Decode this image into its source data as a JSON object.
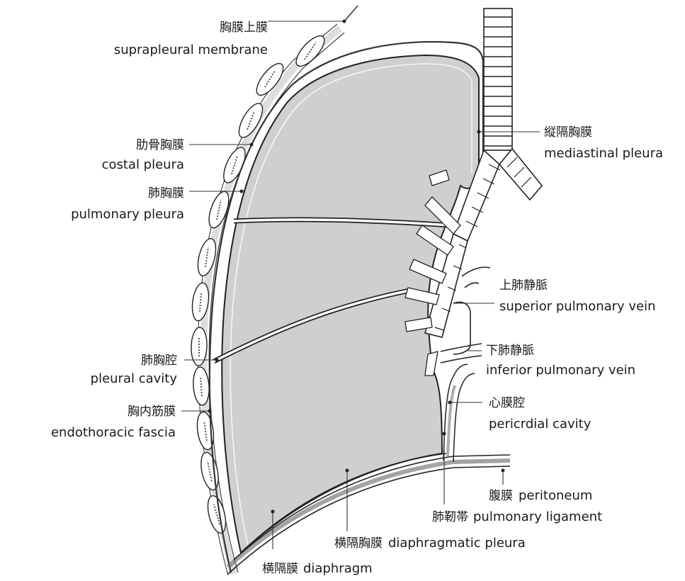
{
  "labels": {
    "suprapleural": {
      "ja": "胸膜上膜",
      "en": "suprapleural membrane"
    },
    "costal": {
      "ja": "肋骨胸膜",
      "en": "costal pleura"
    },
    "pulmonary_pleura": {
      "ja": "肺胸膜",
      "en": "pulmonary pleura"
    },
    "pleural_cavity": {
      "ja": "肺胸腔",
      "en": "pleural cavity"
    },
    "endothoracic": {
      "ja": "胸内筋膜",
      "en": "endothoracic fascia"
    },
    "mediastinal": {
      "ja": "縦隔胸膜",
      "en": "mediastinal pleura"
    },
    "superior_vein": {
      "ja": "上肺静脈",
      "en": "superior pulmonary vein"
    },
    "inferior_vein": {
      "ja": "下肺静脈",
      "en": "inferior pulmonary vein"
    },
    "pericardial": {
      "ja": "心膜腔",
      "en": "pericrdial cavity"
    },
    "peritoneum": {
      "ja": "腹膜",
      "en": "peritoneum"
    },
    "pulmonary_ligament": {
      "ja": "肺靭帯",
      "en": "pulmonary ligament"
    },
    "diaphragmatic": {
      "ja": "横隔胸膜",
      "en": "diaphragmatic pleura"
    },
    "diaphragm": {
      "ja": "横隔膜",
      "en": "diaphragm"
    }
  },
  "colors": {
    "lung_fill": "#cfcfcf",
    "line": "#333333",
    "background": "#ffffff"
  }
}
